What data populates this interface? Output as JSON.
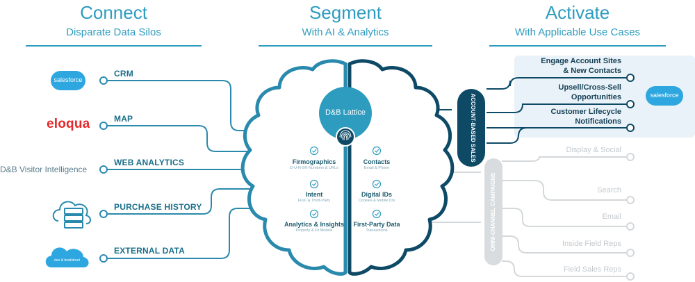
{
  "columns": [
    {
      "title": "Connect",
      "subtitle": "Disparate Data Silos"
    },
    {
      "title": "Segment",
      "subtitle": "With AI & Analytics"
    },
    {
      "title": "Activate",
      "subtitle": "With Applicable Use Cases"
    }
  ],
  "sources": [
    {
      "label": "CRM",
      "logo": "salesforce"
    },
    {
      "label": "MAP",
      "logo": "eloqua"
    },
    {
      "label": "WEB ANALYTICS",
      "logo": "D&B Visitor Intelligence"
    },
    {
      "label": "PURCHASE HISTORY",
      "logo": "server-cloud-icon"
    },
    {
      "label": "EXTERNAL DATA",
      "logo": "dun & bradstreet"
    }
  ],
  "center": {
    "title": "D&B Lattice",
    "icon": "fingerprint-icon"
  },
  "attributes_left": [
    {
      "title": "Firmographics",
      "sub": "D-U-N-S® Numbers & URLs"
    },
    {
      "title": "Intent",
      "sub": "First- & Third-Party"
    },
    {
      "title": "Analytics & Insights",
      "sub": "Property & Fit Models"
    }
  ],
  "attributes_right": [
    {
      "title": "Contacts",
      "sub": "Email & Phone"
    },
    {
      "title": "Digital IDs",
      "sub": "Cookies & Mobile IDs"
    },
    {
      "title": "First-Party Data",
      "sub": "Transactions"
    }
  ],
  "abs_label": "ACCOUNT-BASED SALES",
  "omni_label": "OMNI-CHANNEL CAMPAIGNS",
  "activations": [
    {
      "line1": "Engage Account Sites",
      "line2": "& New Contacts"
    },
    {
      "line1": "Upsell/Cross-Sell",
      "line2": "Opportunities"
    },
    {
      "line1": "Customer Lifecycle",
      "line2": "Notifications"
    }
  ],
  "activate_logo": "salesforce",
  "omni_channels": [
    "Display & Social",
    "Search",
    "Email",
    "Inside Field Reps",
    "Field Sales Reps"
  ],
  "colors": {
    "accent": "#2e9cbf",
    "dark": "#0e4a66",
    "teal": "#2a8aad",
    "gray": "#c4c9cd"
  }
}
